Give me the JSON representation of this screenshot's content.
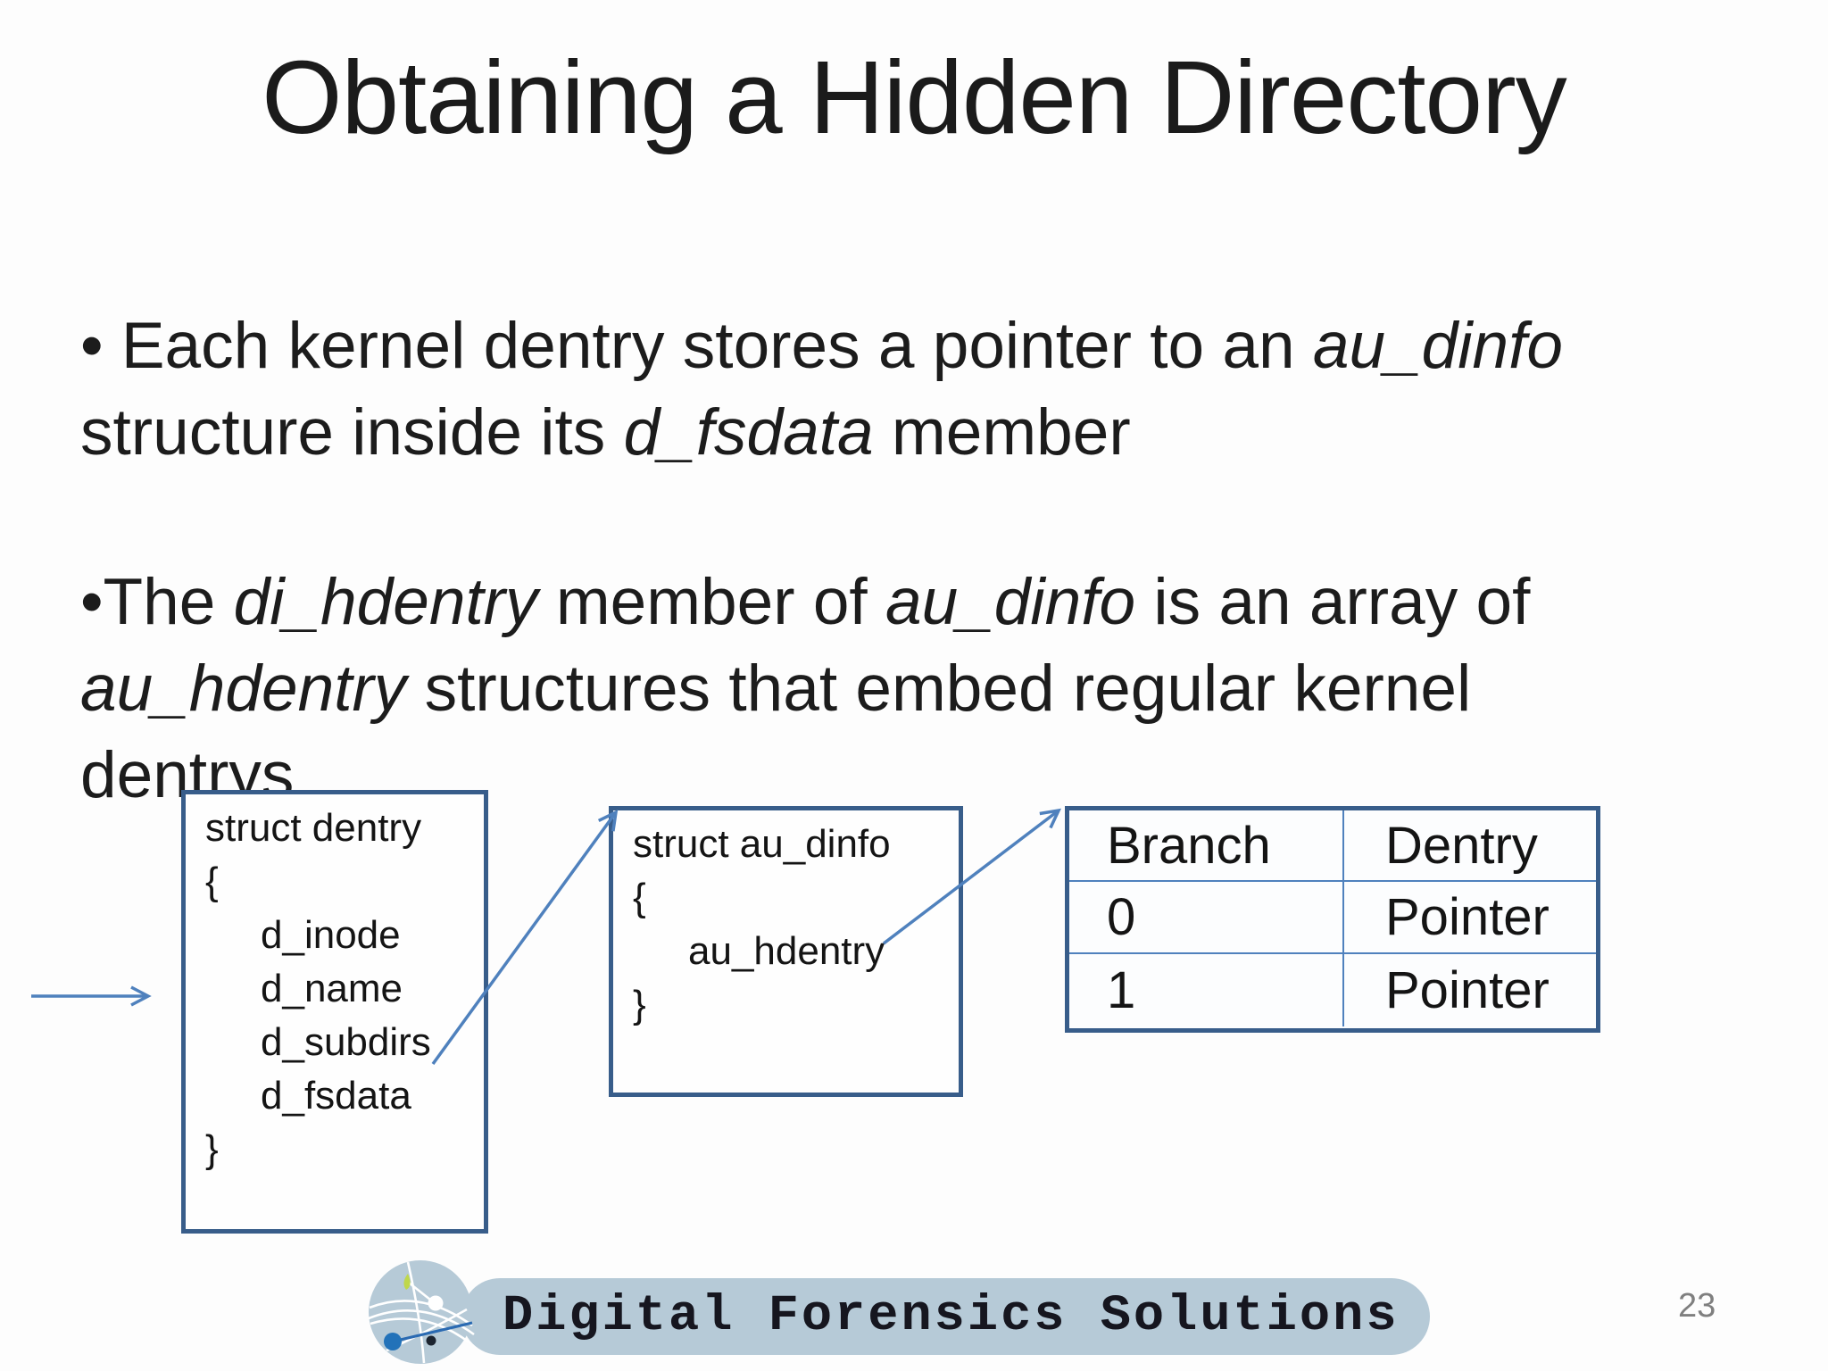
{
  "slide": {
    "title": "Obtaining a Hidden Directory",
    "page_number": "23"
  },
  "bullets": {
    "b1": {
      "s1": "• Each kernel dentry stores a pointer to an ",
      "s2": "au_dinfo",
      "s3": "structure inside its ",
      "s4": "d_fsdata",
      "s5": " member"
    },
    "b2": {
      "s1": "•The ",
      "s2": "di_hdentry",
      "s3": " member of ",
      "s4": "au_dinfo",
      "s5": " is an array of",
      "s6": "au_hdentry",
      "s7": " structures that embed regular kernel",
      "s8": "dentrys"
    }
  },
  "diagram": {
    "dentry_box": {
      "title": "struct dentry",
      "brace_open": "{",
      "fields": [
        "d_inode",
        "d_name",
        "d_subdirs",
        "d_fsdata"
      ],
      "brace_close": "}"
    },
    "dinfo_box": {
      "title": "struct au_dinfo",
      "brace_open": "{",
      "fields": [
        "au_hdentry"
      ],
      "brace_close": "}"
    },
    "branch_table": {
      "headers": [
        "Branch",
        "Dentry"
      ],
      "rows": [
        [
          "0",
          "Pointer"
        ],
        [
          "1",
          "Pointer"
        ]
      ]
    }
  },
  "footer": {
    "brand": "Digital Forensics Solutions"
  },
  "icons": {
    "logo": "network-globe-icon"
  },
  "colors": {
    "text": "#1c1c1c",
    "box_border": "#385d8a",
    "table_grid": "#4f81bd",
    "arrow": "#4f81bd",
    "pill_fill": "#b6cad7",
    "footer_text": "#16161f",
    "page_number": "#7f7f7f"
  }
}
